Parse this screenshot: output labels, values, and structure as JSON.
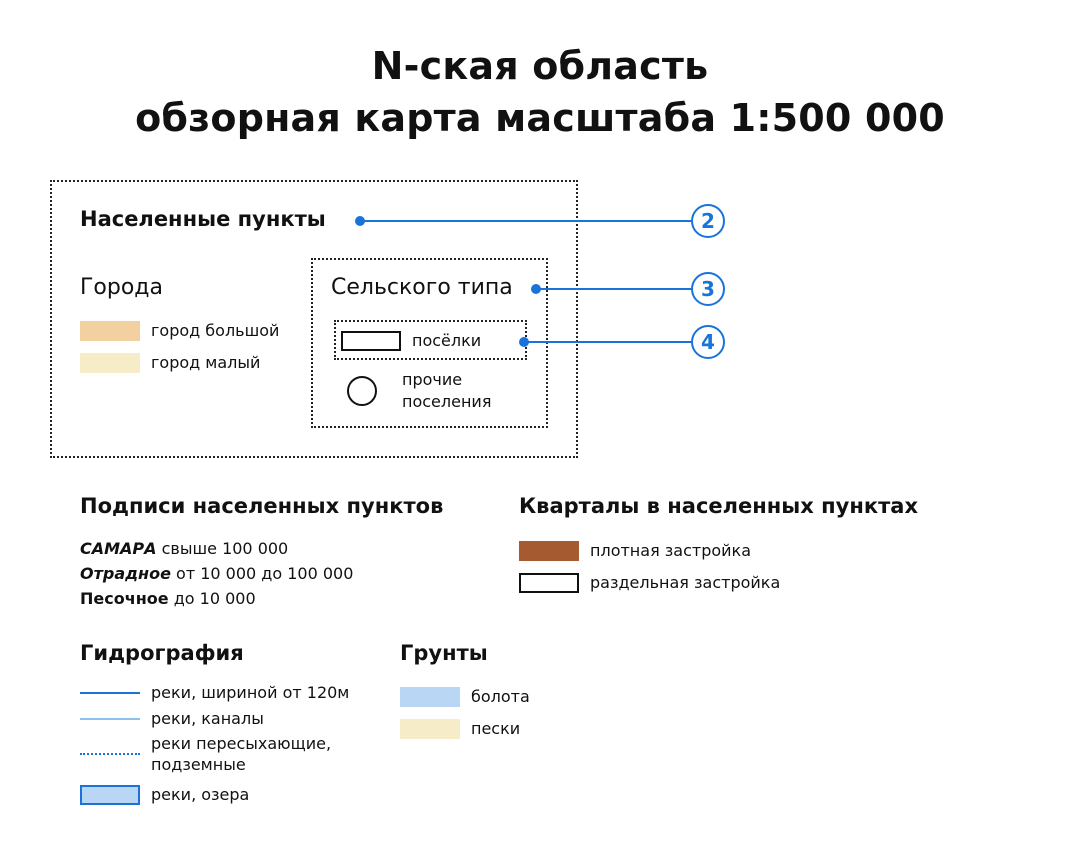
{
  "title": {
    "line1": "N-ская область",
    "line2": "обзорная карта масштаба 1:500 000"
  },
  "settlements": {
    "heading": "Населенные пункты",
    "cities": {
      "heading": "Города",
      "items": [
        {
          "label": "город большой",
          "color": "#f2d0a0"
        },
        {
          "label": "город малый",
          "color": "#f6ecc8"
        }
      ]
    },
    "rural": {
      "heading": "Сельского типа",
      "villages": "посёлки",
      "other_line1": "прочие",
      "other_line2": "поселения"
    },
    "callouts": [
      "2",
      "3",
      "4"
    ]
  },
  "labels": {
    "heading": "Подписи населенных пунктов",
    "rows": [
      {
        "name": "САМАРА",
        "desc": " свыше 100 000"
      },
      {
        "name": "Отрадное",
        "desc": " от 10 000 до 100 000"
      },
      {
        "name": "Песочное",
        "desc": " до 10 000"
      }
    ]
  },
  "blocks": {
    "heading": "Кварталы в населенных пунктах",
    "items": [
      {
        "label": "плотная застройка",
        "color": "#a55a30"
      },
      {
        "label": "раздельная застройка",
        "color": "#ffffff"
      }
    ]
  },
  "hydro": {
    "heading": "Гидрография",
    "items": [
      {
        "label": "реки, шириной от 120м",
        "color": "#1a73d9"
      },
      {
        "label": "реки, каналы",
        "color": "#8ec0ec"
      },
      {
        "label1": "реки пересыхающие,",
        "label2": "подземные",
        "color": "#1a73d9"
      },
      {
        "label": "реки, озера",
        "fill": "#b9d7f5",
        "stroke": "#1a73d9"
      }
    ]
  },
  "soils": {
    "heading": "Грунты",
    "items": [
      {
        "label": "болота",
        "color": "#b9d7f5"
      },
      {
        "label": "пески",
        "color": "#f6ecc8"
      }
    ]
  },
  "accent_color": "#1a73d9"
}
